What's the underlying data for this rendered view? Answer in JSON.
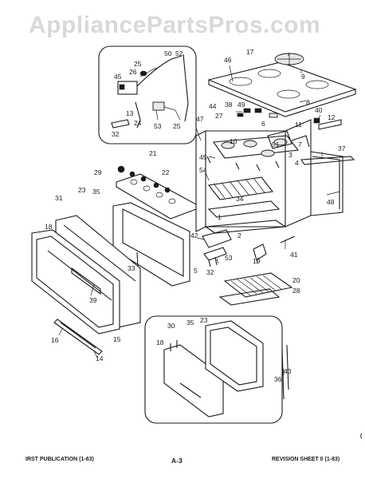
{
  "watermark": "AppliancePartsPros.com",
  "footer": {
    "left": "IRST PUBLICATION (1-63)",
    "center": "A-3",
    "right": "REVISION SHEET 0 (1-83)"
  },
  "callouts": {
    "c17": "17",
    "c46": "46",
    "c9": "9",
    "c8": "8",
    "c40": "40",
    "c12": "12",
    "c44": "44",
    "c38": "38",
    "c49": "49",
    "c27": "27",
    "c6": "6",
    "c11": "11",
    "c47": "47",
    "c10": "10",
    "c51": "51",
    "c37": "37",
    "c7": "7",
    "c3": "3",
    "c4": "4",
    "c45b": "45",
    "c54": "54",
    "c48": "48",
    "c50": "50",
    "c52": "52",
    "c25a": "25",
    "c26": "26",
    "c45a": "45",
    "c13": "13",
    "c24": "24",
    "c53a": "53",
    "c25b": "25",
    "c32a": "32",
    "c21": "21",
    "c29": "29",
    "c22": "22",
    "c23a": "23",
    "c35a": "35",
    "c31": "31",
    "c34": "34",
    "c42": "42",
    "c1": "1",
    "c2": "2",
    "c5": "5",
    "c53b": "53",
    "c32b": "32",
    "c19": "19",
    "c41": "41",
    "c20": "20",
    "c28": "28",
    "c18a": "18",
    "c33": "33",
    "c39": "39",
    "c15": "15",
    "c16": "16",
    "c14": "14",
    "c30": "30",
    "c35b": "35",
    "c23b": "23",
    "c18b": "18",
    "c36": "36",
    "c43": "43"
  }
}
